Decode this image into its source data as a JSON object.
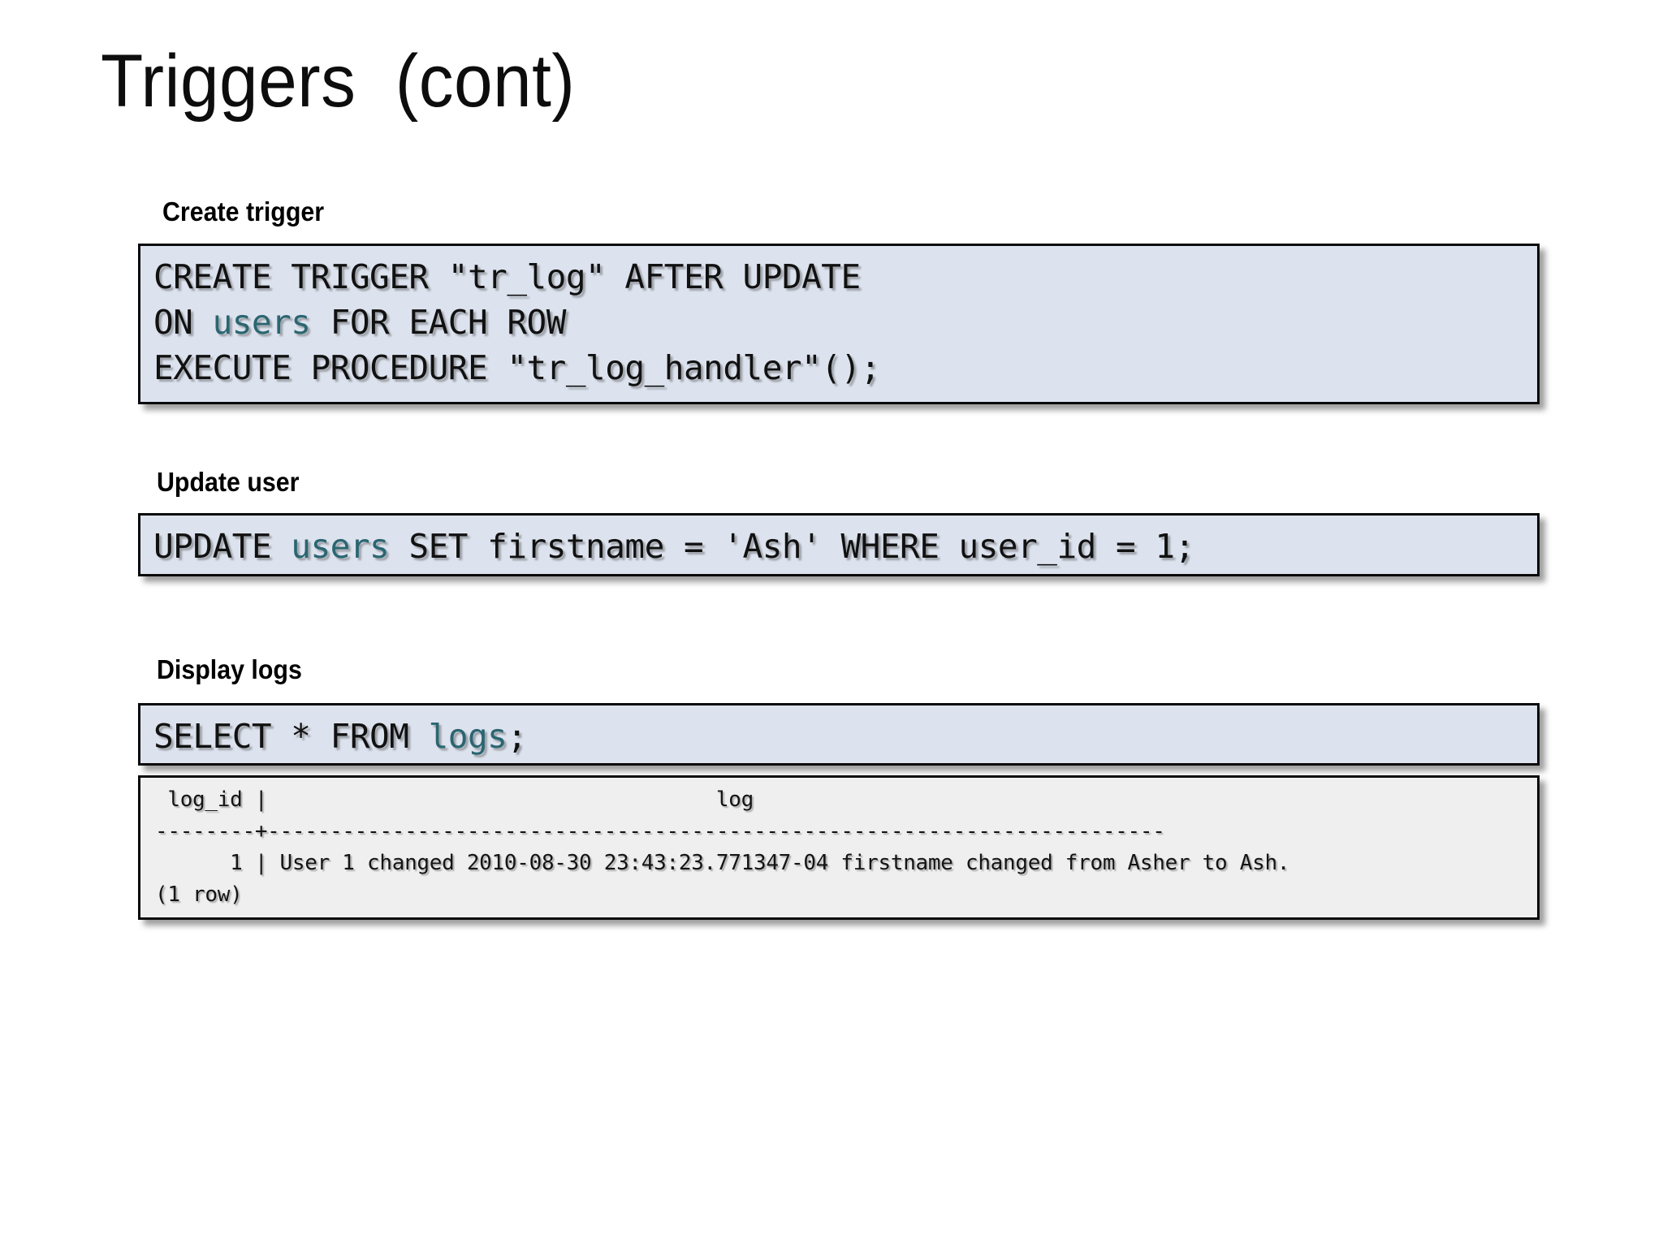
{
  "slide": {
    "title": "Triggers  (cont)"
  },
  "sections": [
    {
      "label": "Create trigger",
      "name": "create-trigger",
      "code_lines": [
        {
          "pre": "CREATE TRIGGER \"tr_log\" AFTER UPDATE",
          "table": "",
          "post": ""
        },
        {
          "pre": "ON ",
          "table": "users",
          "post": " FOR EACH ROW"
        },
        {
          "pre": "EXECUTE PROCEDURE \"tr_log_handler\"();",
          "table": "",
          "post": ""
        }
      ]
    },
    {
      "label": "Update user",
      "name": "update-user",
      "code_lines": [
        {
          "pre": "UPDATE ",
          "table": "users",
          "post": " SET firstname = 'Ash' WHERE user_id = 1;"
        }
      ]
    },
    {
      "label": "Display logs",
      "name": "display-logs",
      "code_lines": [
        {
          "pre": "SELECT * FROM ",
          "table": "logs",
          "post": ";"
        }
      ]
    }
  ],
  "query_output": {
    "header": " log_id |                                    log",
    "separator": "--------+------------------------------------------------------------------------",
    "row": "      1 | User 1 changed 2010-08-30 23:43:23.771347-04 firstname changed from Asher to Ash.",
    "footer": "(1 row)",
    "columns": [
      "log_id",
      "log"
    ],
    "rows": [
      {
        "log_id": "1",
        "log": "User 1 changed 2010-08-30 23:43:23.771347-04 firstname changed from Asher to Ash."
      }
    ],
    "row_count_text": "(1 row)"
  },
  "colors": {
    "code_background": "#dde3ee",
    "output_background": "#efefef",
    "table_keyword": "#2a6671",
    "border": "#0a0a0a",
    "text": "#111111",
    "page_background": "#ffffff"
  }
}
